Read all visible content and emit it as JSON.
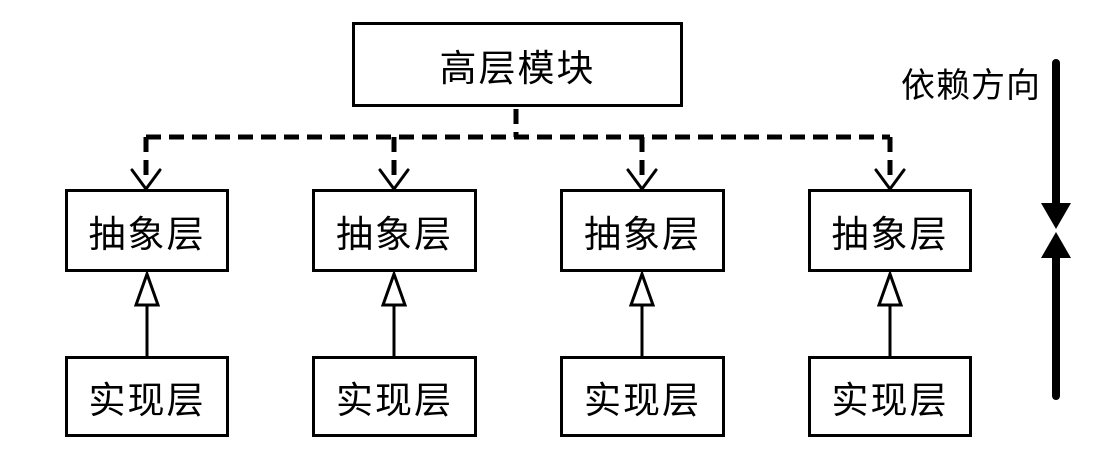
{
  "diagram": {
    "top_box_label": "高层模块",
    "abstraction_labels": [
      "抽象层",
      "抽象层",
      "抽象层",
      "抽象层"
    ],
    "implementation_labels": [
      "实现层",
      "实现层",
      "实现层",
      "实现层"
    ],
    "side_label": "依赖方向",
    "arrow_styles": {
      "dependency_connector": "dashed-line-open-v-arrow",
      "realization_connector": "solid-line-hollow-triangle-arrow",
      "direction_indicator": "thick-vertical-double-headed-arrow"
    },
    "colors": {
      "line": "#000000",
      "text": "#000000",
      "background": "#ffffff",
      "box_fill": "#ffffff"
    }
  }
}
